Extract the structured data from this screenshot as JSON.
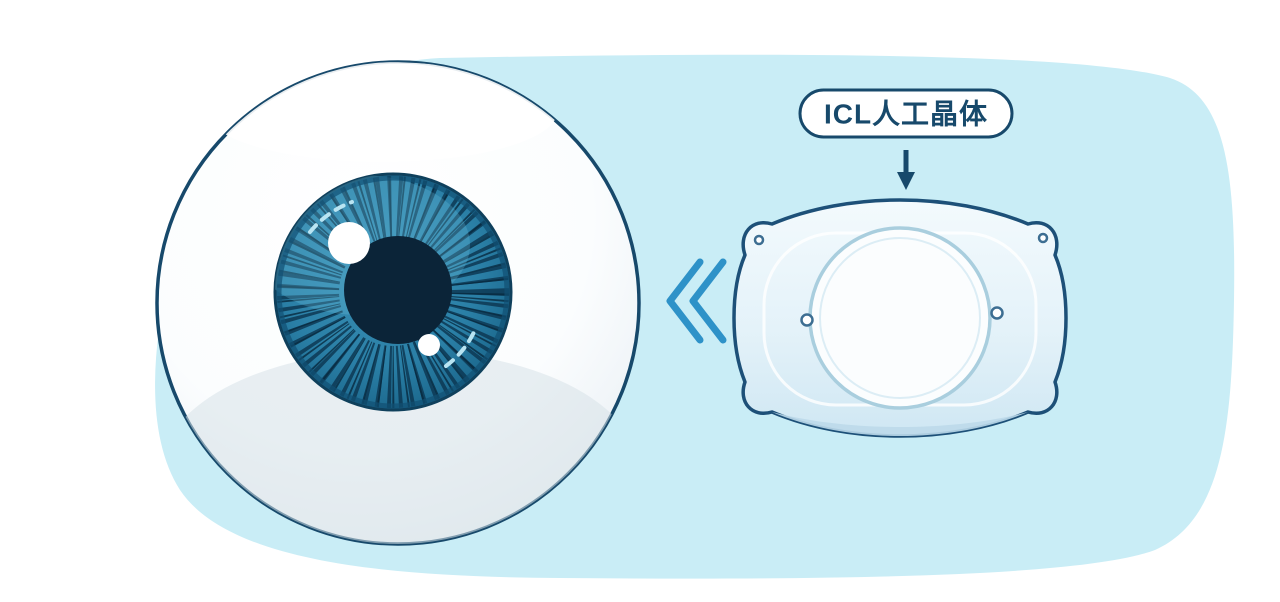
{
  "illustration": {
    "title_meaning": "ICL intraocular lens pointing toward an eye",
    "lens_label": "ICL人工晶体",
    "icons": {
      "chevron_icon": "double-chevron-left (《)",
      "arrow_icon": "arrow-down"
    },
    "colors": {
      "background_blob": "#c9edf6",
      "outline_navy": "#17496b",
      "sclera_shadow": "#d7e1e8",
      "iris_teal": "#2a7fa6",
      "iris_dark_ring": "#115073",
      "iris_spokes": "#0d3854",
      "pupil_navy": "#0b2438",
      "highlight_white": "#ffffff",
      "dashed_accent": "#b9e4f2",
      "chevron_blue": "#2e92c8",
      "lens_fill_light": "#f3fafd",
      "lens_fill_dark": "#cfe7f3",
      "lens_outline": "#1d5078",
      "lens_optic_ring": "#a9cede"
    }
  }
}
